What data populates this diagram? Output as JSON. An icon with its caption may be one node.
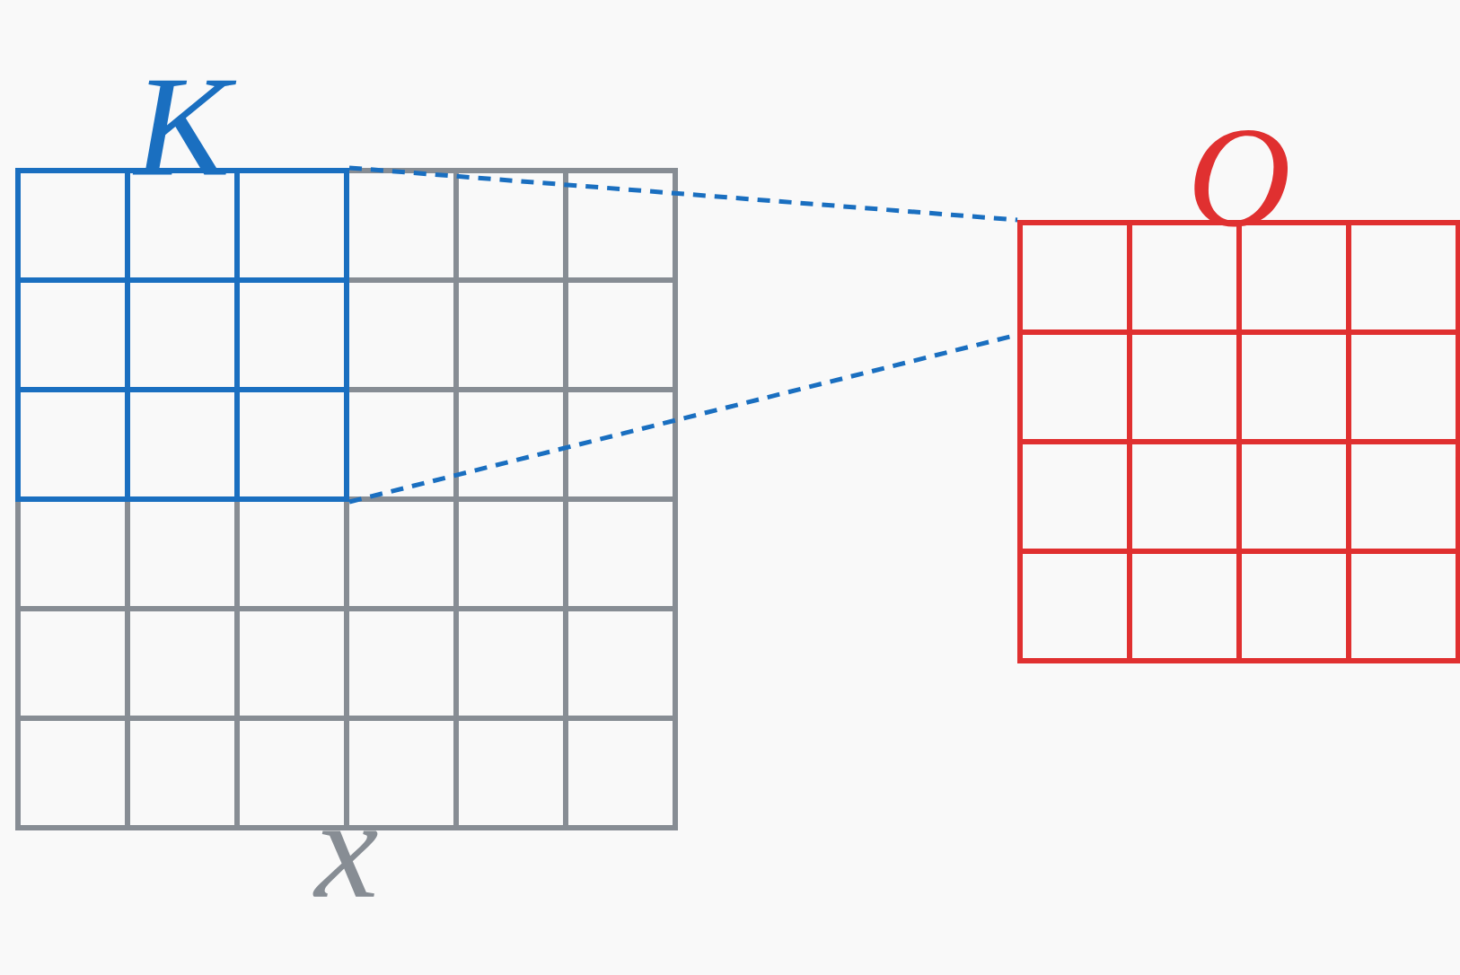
{
  "diagram": {
    "nodes": [
      {
        "text": [
          "x"
        ]
      },
      {
        "text": [
          "K"
        ],
        "in": 0
      },
      {
        "text": [
          "O"
        ]
      },
      {
        "text": [],
        "shape": "box",
        "in": 2
      }
    ],
    "edges": [
      {
        "from": 1,
        "to": 3,
        "arrow": "none",
        "style": "dashed"
      },
      {
        "from": 1,
        "to": 3,
        "arrow": "none",
        "style": "dashed"
      }
    ]
  }
}
